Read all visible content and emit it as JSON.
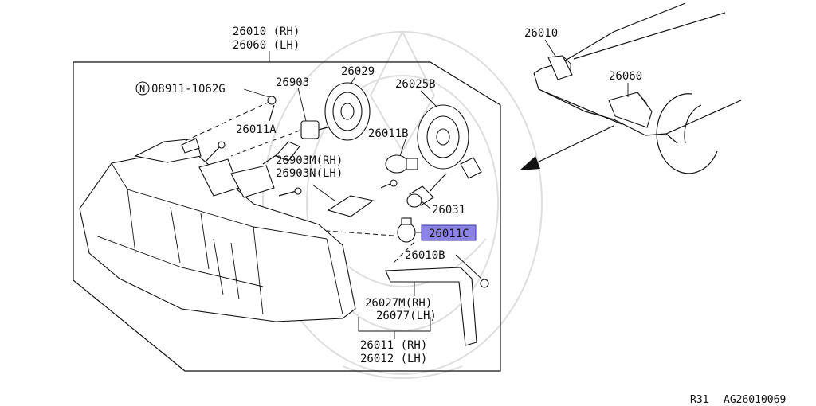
{
  "labels": {
    "top_group_rh": "26010 (RH)",
    "top_group_lh": "26060 (LH)",
    "nut": "08911-1062G",
    "nut_prefix": "N",
    "p26029": "26029",
    "p26903": "26903",
    "p26025b": "26025B",
    "p26011a": "26011A",
    "p26011b": "26011B",
    "p26903m": "26903M(RH)",
    "p26903n": "26903N(LH)",
    "p26031": "26031",
    "p26011c": "26011C",
    "p26010b": "26010B",
    "p26027m": "26027M(RH)",
    "p26077": "26077(LH)",
    "bottom_group_rh": "26011 (RH)",
    "bottom_group_lh": "26012 (LH)",
    "car_26010": "26010",
    "car_26060": "26060"
  },
  "footer": {
    "model": "R31",
    "diagram_code": "AG26010069"
  },
  "highlight_color": "#8b84e6"
}
